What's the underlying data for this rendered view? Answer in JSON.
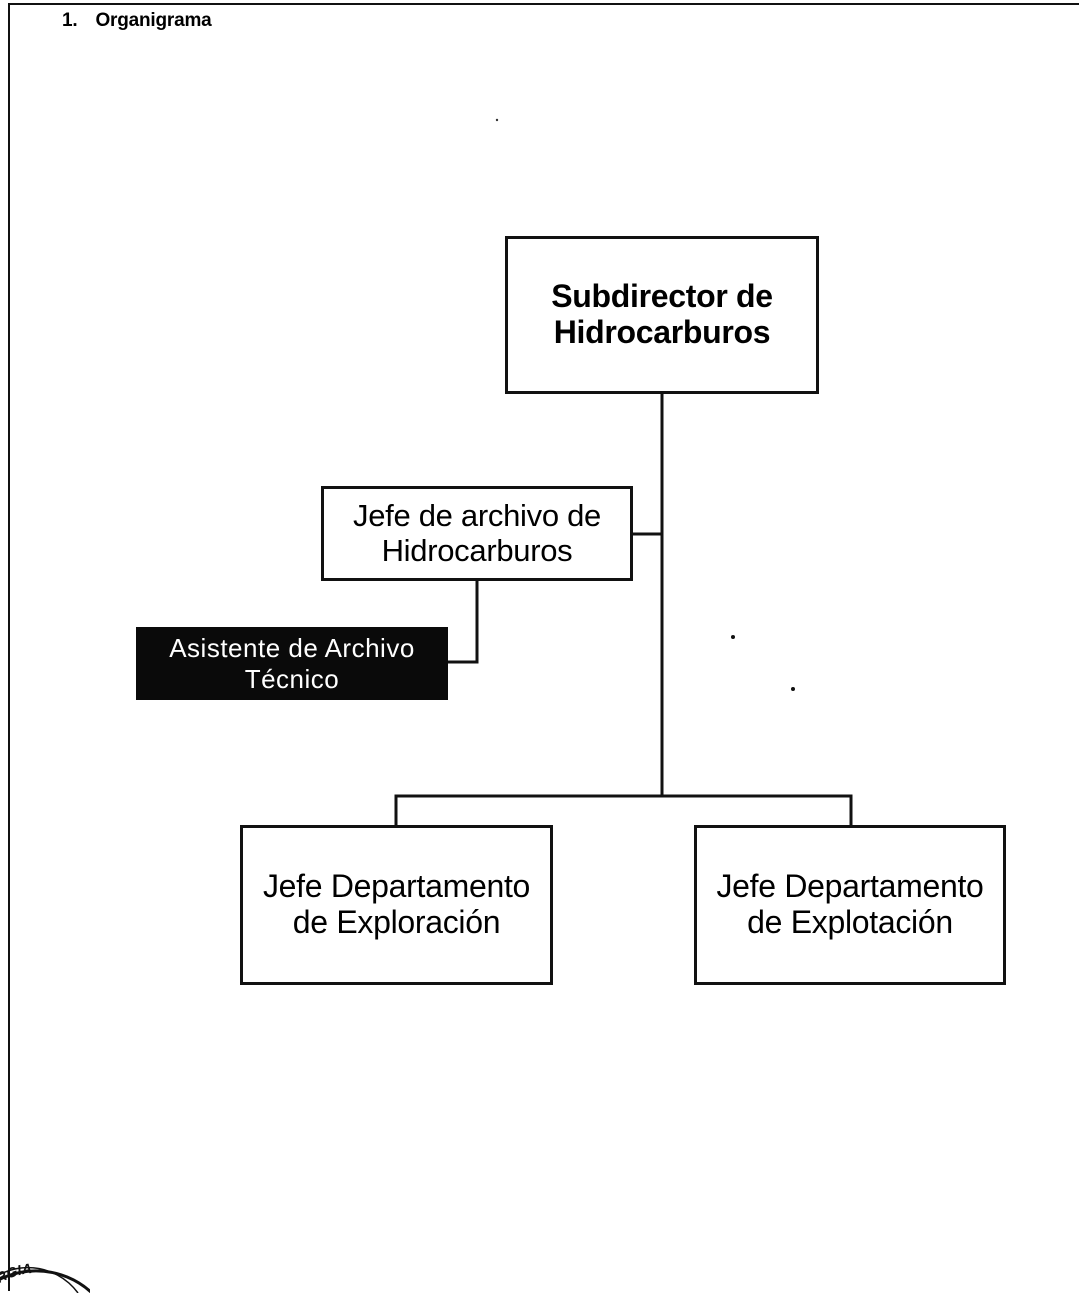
{
  "section": {
    "number": "1.",
    "title": "Organigrama"
  },
  "org_chart": {
    "root": {
      "line1": "Subdirector de",
      "line2": "Hidrocarburos"
    },
    "archivo": {
      "line1": "Jefe de archivo  de",
      "line2": "Hidrocarburos"
    },
    "asistente": {
      "line1": "Asistente  de Archivo",
      "line2": "Técnico"
    },
    "exploracion": {
      "line1": "Jefe Departamento",
      "line2": "de Exploración"
    },
    "explotacion": {
      "line1": "Jefe Departamento",
      "line2": "de Explotación"
    }
  },
  "seal": {
    "partial_text": "ERGIA"
  },
  "colors": {
    "line": "#111111",
    "assistant_fill": "#0a0a0a",
    "assistant_text": "#ffffff"
  }
}
